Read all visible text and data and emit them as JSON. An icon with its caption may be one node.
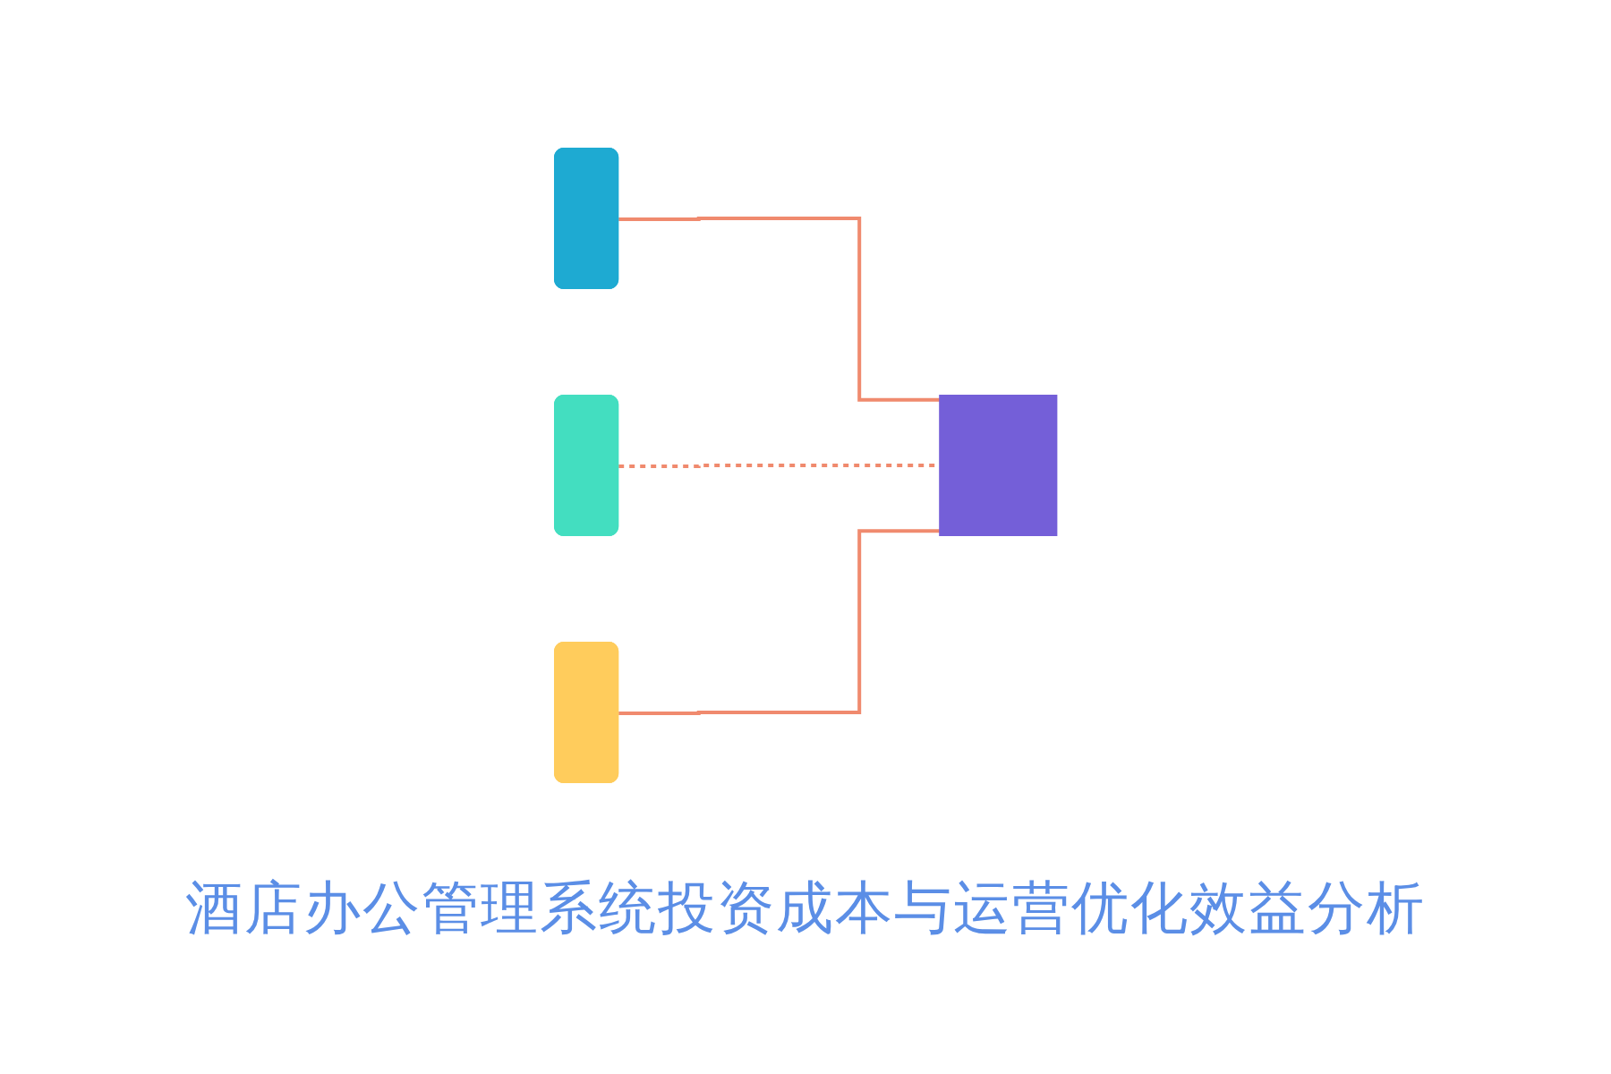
{
  "diagram": {
    "title": "酒店办公管理系统投资成本与运营优化效益分析",
    "nodes": [
      {
        "text": [],
        "shape": "box"
      },
      {
        "text": [],
        "shape": "box"
      },
      {
        "text": [],
        "shape": "box"
      },
      {
        "text": [],
        "shape": "box"
      }
    ],
    "edges": [
      {
        "from": 0,
        "to": 3,
        "arrow": "none"
      },
      {
        "from": 1,
        "to": 3,
        "arrow": "none",
        "style": "dashed"
      },
      {
        "from": 2,
        "to": 3,
        "arrow": "none"
      }
    ]
  }
}
